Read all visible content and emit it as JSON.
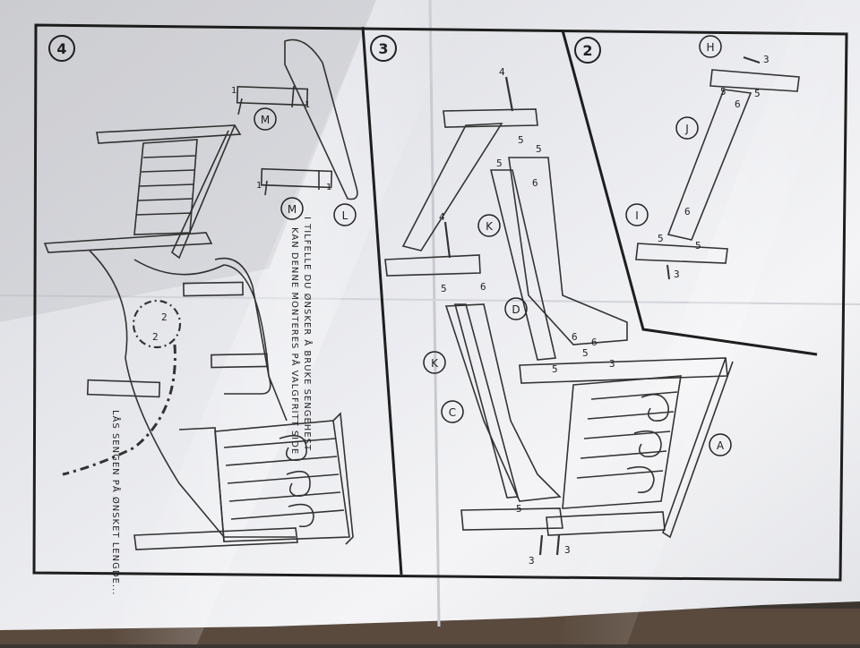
{
  "sheet": {
    "steps": [
      "4",
      "3",
      "2"
    ],
    "note_optional_side": {
      "line1": "I TILFELLE DU ØNSKER Å BRUKE SENGEHEST",
      "line2": "KAN DENNE MONTERES PÅ VALGFRITT SIDE"
    },
    "note_lock": "LÅS SENGEN PÅ ØNSKET LENGDE...",
    "parts": {
      "A": "A",
      "C": "C",
      "D": "D",
      "H": "H",
      "I": "I",
      "J": "J",
      "K": "K",
      "L": "L",
      "M": "M"
    },
    "callouts": {
      "one": "1",
      "two": "2",
      "three": "3",
      "four": "4",
      "five": "5",
      "six": "6"
    }
  }
}
